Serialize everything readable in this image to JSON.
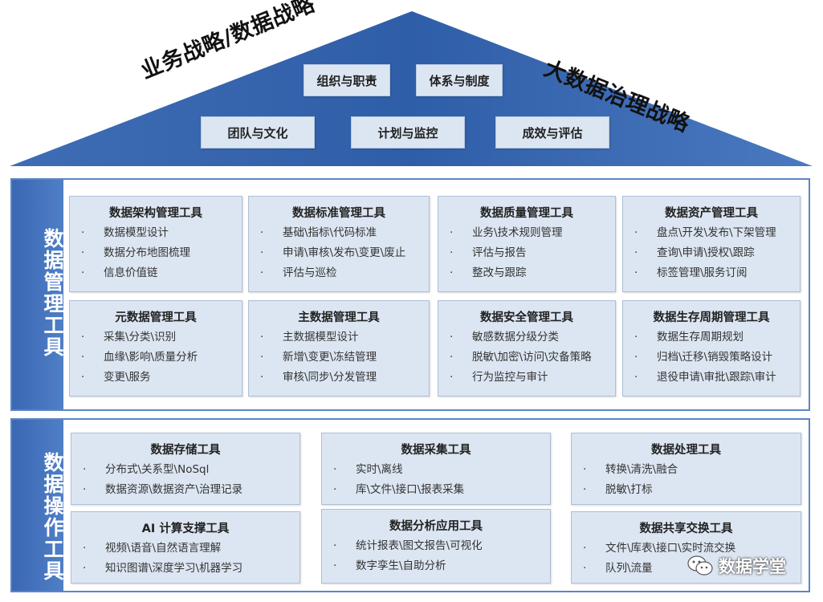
{
  "roof": {
    "left_label": "业务战略/数据战略",
    "right_label": "大数据治理战略",
    "boxes": [
      "组织与职责",
      "体系与制度",
      "团队与文化",
      "计划与监控",
      "成效与评估"
    ]
  },
  "management": {
    "label": "数据管理工具",
    "tools": [
      {
        "title": "数据架构管理工具",
        "items": [
          "数据模型设计",
          "数据分布地图梳理",
          "信息价值链"
        ]
      },
      {
        "title": "数据标准管理工具",
        "items": [
          "基础\\指标\\代码标准",
          "申请\\审核\\发布\\变更\\废止",
          "评估与巡检"
        ]
      },
      {
        "title": "数据质量管理工具",
        "items": [
          "业务\\技术规则管理",
          "评估与报告",
          "整改与跟踪"
        ]
      },
      {
        "title": "数据资产管理工具",
        "items": [
          "盘点\\开发\\发布\\下架管理",
          "查询\\申请\\授权\\跟踪",
          "标签管理\\服务订阅"
        ]
      },
      {
        "title": "元数据管理工具",
        "items": [
          "采集\\分类\\识别",
          "血缘\\影响\\质量分析",
          "变更\\服务"
        ]
      },
      {
        "title": "主数据管理工具",
        "items": [
          "主数据模型设计",
          "新增\\变更\\冻结管理",
          "审核\\同步\\分发管理"
        ]
      },
      {
        "title": "数据安全管理工具",
        "items": [
          "敏感数据分级分类",
          "脱敏\\加密\\访问\\灾备策略",
          "行为监控与审计"
        ]
      },
      {
        "title": "数据生存周期管理工具",
        "items": [
          "数据生存周期规划",
          "归档\\迁移\\销毁策略设计",
          "退役申请\\审批\\跟踪\\审计"
        ]
      }
    ]
  },
  "operation": {
    "label": "数据操作工具",
    "tools": [
      {
        "title": "数据存储工具",
        "items": [
          "分布式\\关系型\\NoSql",
          "数据资源\\数据资产\\治理记录"
        ]
      },
      {
        "title": "数据采集工具",
        "items": [
          "实时\\离线",
          "库\\文件\\接口\\报表采集"
        ]
      },
      {
        "title": "数据处理工具",
        "items": [
          "转换\\清洗\\融合",
          "脱敏\\打标"
        ]
      },
      {
        "title": "AI 计算支撑工具",
        "items": [
          "视频\\语音\\自然语言理解",
          "知识图谱\\深度学习\\机器学习"
        ]
      },
      {
        "title": "数据分析应用工具",
        "items": [
          "统计报表\\图文报告\\可视化",
          "数字孪生\\自助分析"
        ]
      },
      {
        "title": "数据共享交换工具",
        "items": [
          "文件\\库表\\接口\\实时流交换",
          "队列\\流量"
        ]
      }
    ]
  },
  "watermark": {
    "text": "数据学堂",
    "icon": "wechat-icon"
  },
  "colors": {
    "primary_blue": "#3b67b3",
    "box_fill": "#dce6f2"
  }
}
